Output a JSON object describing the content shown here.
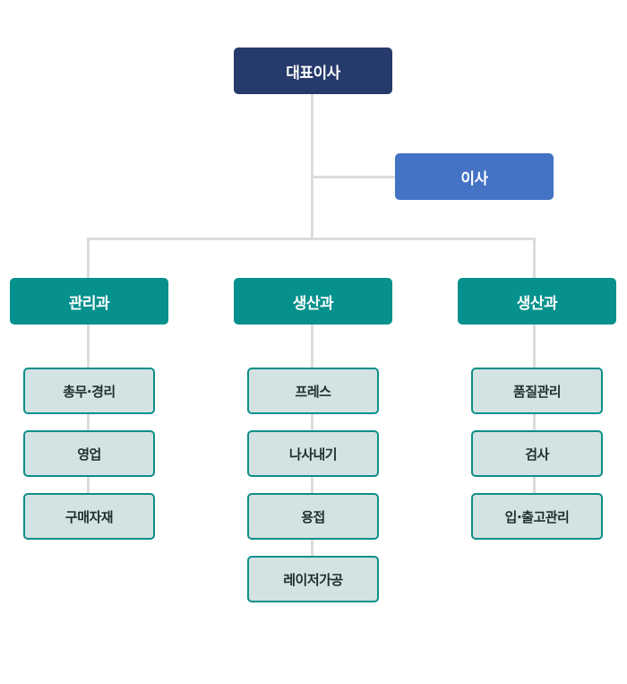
{
  "org_chart": {
    "ceo": "대표이사",
    "director": "이사",
    "departments": [
      {
        "name": "관리과",
        "teams": [
          "총무·경리",
          "영업",
          "구매자재"
        ]
      },
      {
        "name": "생산과",
        "teams": [
          "프레스",
          "나사내기",
          "용접",
          "레이저가공"
        ]
      },
      {
        "name": "생산과",
        "teams": [
          "품질관리",
          "검사",
          "입·출고관리"
        ]
      }
    ]
  },
  "colors": {
    "ceo": "#263a6b",
    "director": "#4472c4",
    "department": "#07918c",
    "team_fill": "#d3e2e2",
    "team_border": "#0c8f8a",
    "connector": "#dcdcdc"
  }
}
